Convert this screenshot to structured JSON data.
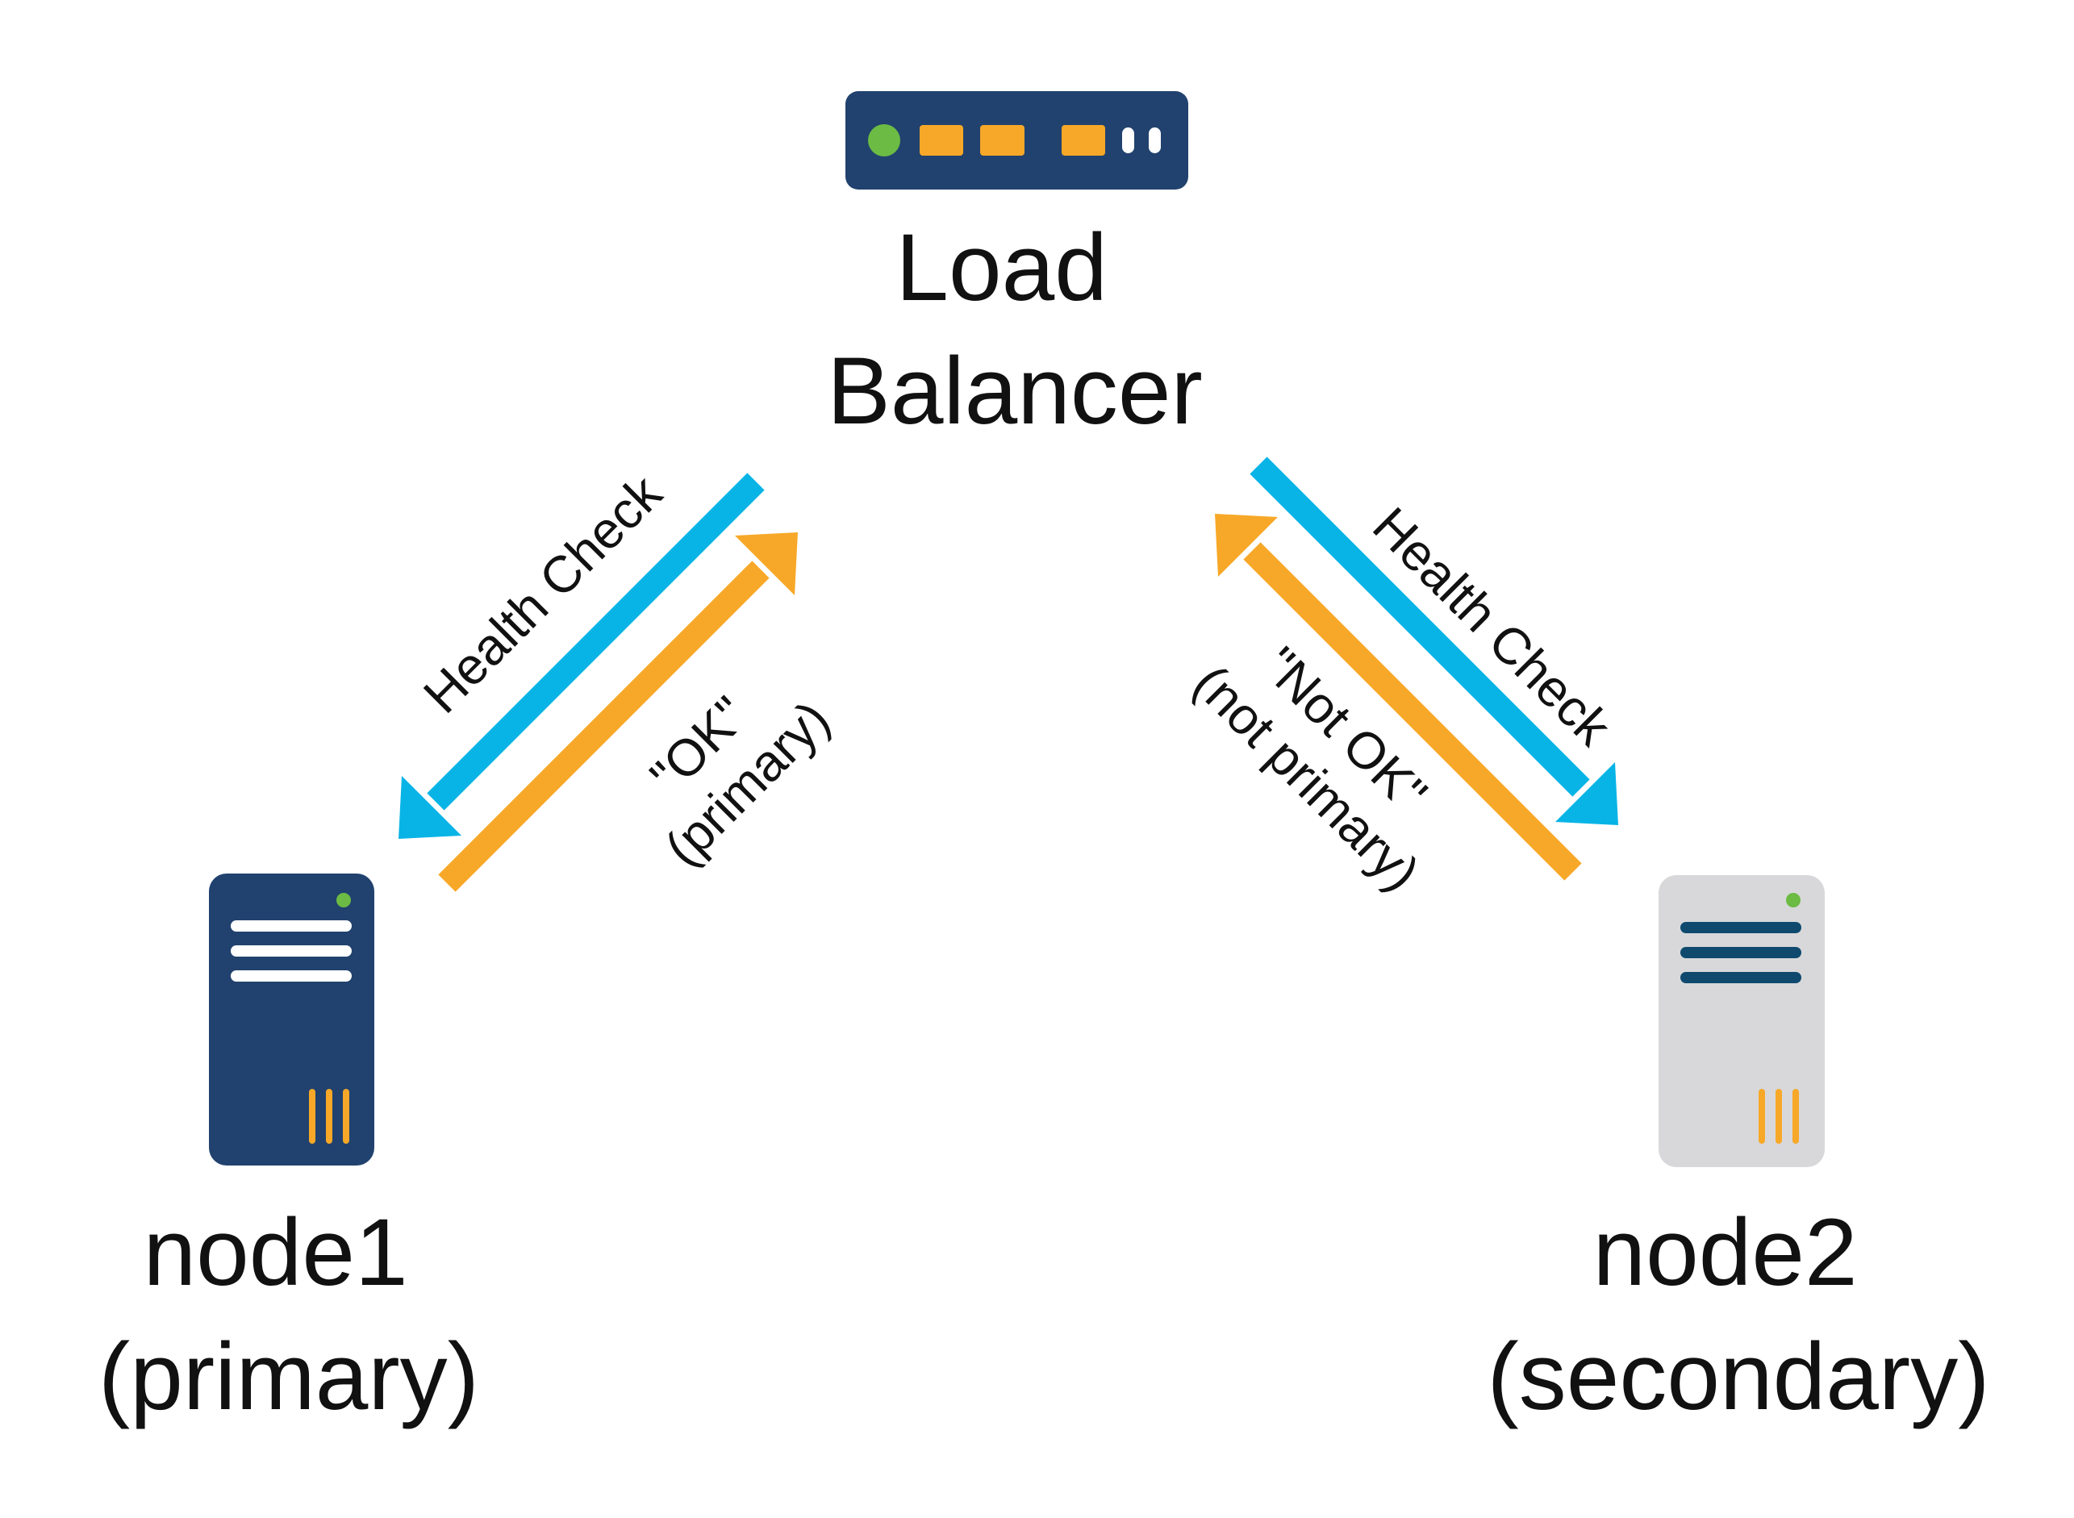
{
  "diagram": {
    "colors": {
      "server_dark": "#21426e",
      "server_light": "#d8d8da",
      "stripe_dark": "#0f4a6e",
      "accent_orange": "#f7a828",
      "accent_green": "#6cbb44",
      "arrow_blue": "#08b4e6",
      "arrow_orange": "#f7a828",
      "text": "#111111"
    },
    "icons": {
      "load_balancer": "load-balancer-icon",
      "node1": "server-tower-icon",
      "node2": "server-tower-icon"
    },
    "nodes": {
      "load_balancer": {
        "line1": "Load",
        "line2": "Balancer"
      },
      "node1": {
        "line1": "node1",
        "line2": "(primary)"
      },
      "node2": {
        "line1": "node2",
        "line2": "(secondary)"
      }
    },
    "edges": {
      "left_request": "Health Check",
      "left_response_line1": "\"OK\"",
      "left_response_line2": "(primary)",
      "right_request": "Health Check",
      "right_response_line1": "\"Not OK\"",
      "right_response_line2": "(not primary)"
    }
  }
}
